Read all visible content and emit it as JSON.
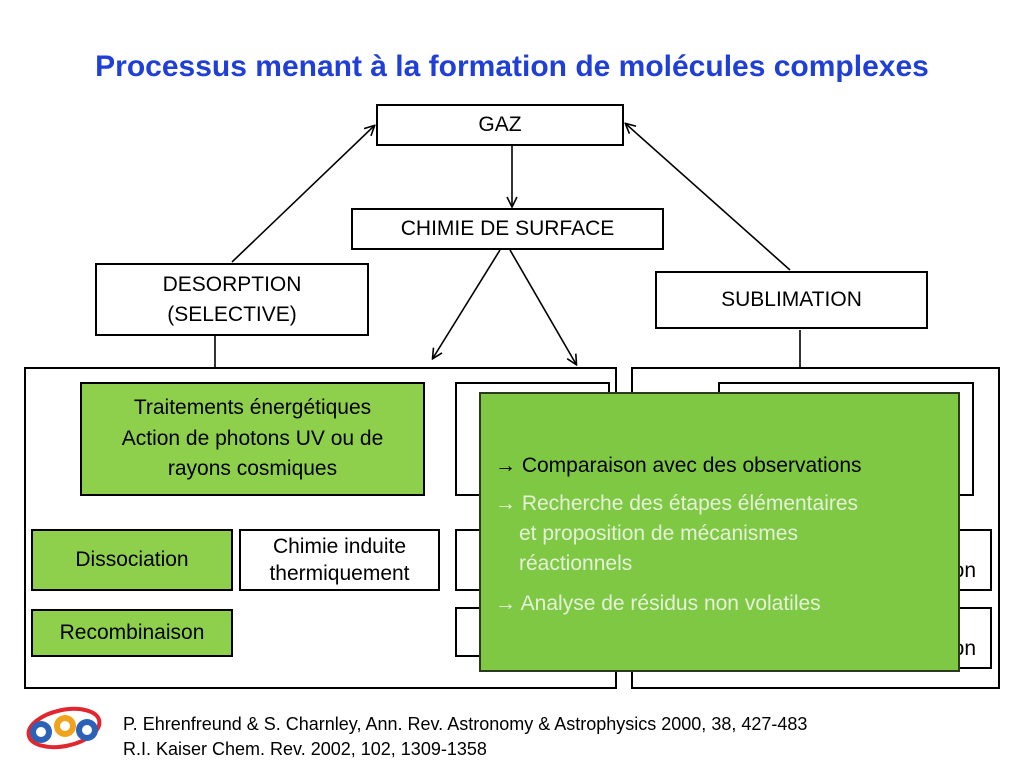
{
  "title": "Processus menant à la formation de molécules complexes",
  "nodes": {
    "gaz": "GAZ",
    "chimie_surface": "CHIMIE DE SURFACE",
    "desorption_line1": "DESORPTION",
    "desorption_line2": "(SELECTIVE)",
    "sublimation": "SUBLIMATION",
    "traitements_line1": "Traitements énergétiques",
    "traitements_line2": "Action de photons UV ou de",
    "traitements_line3": "rayons cosmiques",
    "dissociation": "Dissociation",
    "chimie_induite_line1": "Chimie induite",
    "chimie_induite_line2": "thermiquement",
    "recombinaison": "Recombinaison",
    "partial_right_1": "on",
    "partial_right_2": "on"
  },
  "overlay": {
    "line1": "→ Comparaison avec des observations",
    "line2a": "→ Recherche des étapes élémentaires",
    "line2b": "et proposition de mécanismes",
    "line2c": "réactionnels",
    "line3": "→ Analyse de résidus non volatiles"
  },
  "references": [
    "P. Ehrenfreund & S. Charnley, Ann. Rev. Astronomy & Astrophysics 2000, 38, 427-483",
    "R.I. Kaiser Chem. Rev. 2002, 102, 1309-1358"
  ],
  "colors": {
    "title": "#1f3fd6",
    "green_box": "#8ed04b",
    "overlay_green": "#7fc844",
    "overlay_faded_text": "#e4f1d8"
  },
  "logo": {
    "icon": "e2p-logo-icon"
  }
}
